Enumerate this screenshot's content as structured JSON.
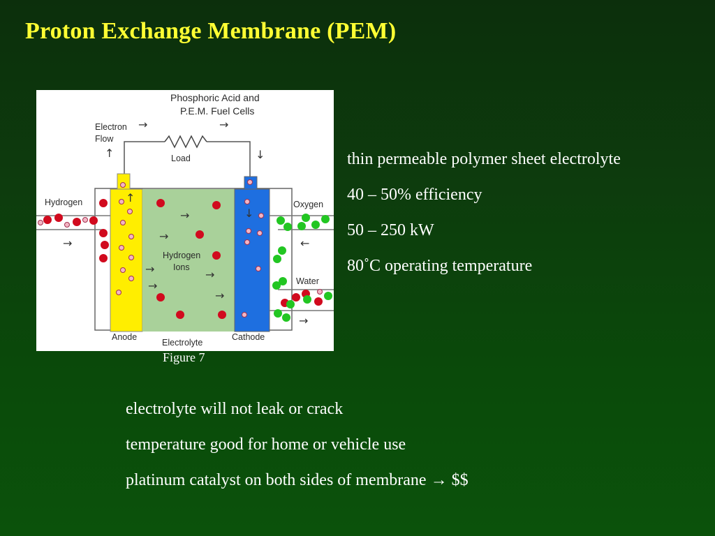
{
  "slide": {
    "title": "Proton Exchange Membrane (PEM)",
    "figure_caption": "Figure 7",
    "right_bullets": [
      "thin permeable polymer sheet electrolyte",
      "40 – 50% efficiency",
      "50 – 250 kW",
      "80˚C operating temperature"
    ],
    "bottom_bullets": [
      "electrolyte will not leak or crack",
      "temperature good for home or vehicle use",
      "platinum catalyst on both sides of membrane  →  $$"
    ]
  },
  "diagram": {
    "title_line1": "Phosphoric Acid and",
    "title_line2": "P.E.M. Fuel Cells",
    "electron_flow_line1": "Electron",
    "electron_flow_line2": "Flow",
    "load": "Load",
    "hydrogen": "Hydrogen",
    "oxygen": "Oxygen",
    "water": "Water",
    "hydrogen_ions_line1": "Hydrogen",
    "hydrogen_ions_line2": "Ions",
    "anode": "Anode",
    "electrolyte": "Electrolyte",
    "cathode": "Cathode",
    "colors": {
      "anode": "#ffee00",
      "electrolyte": "#a9d19a",
      "cathode": "#1e6fe0",
      "hydrogen_molecule": "#d10a1e",
      "oxygen_molecule": "#22c622",
      "electron_dot": "#f3b6c4"
    }
  }
}
